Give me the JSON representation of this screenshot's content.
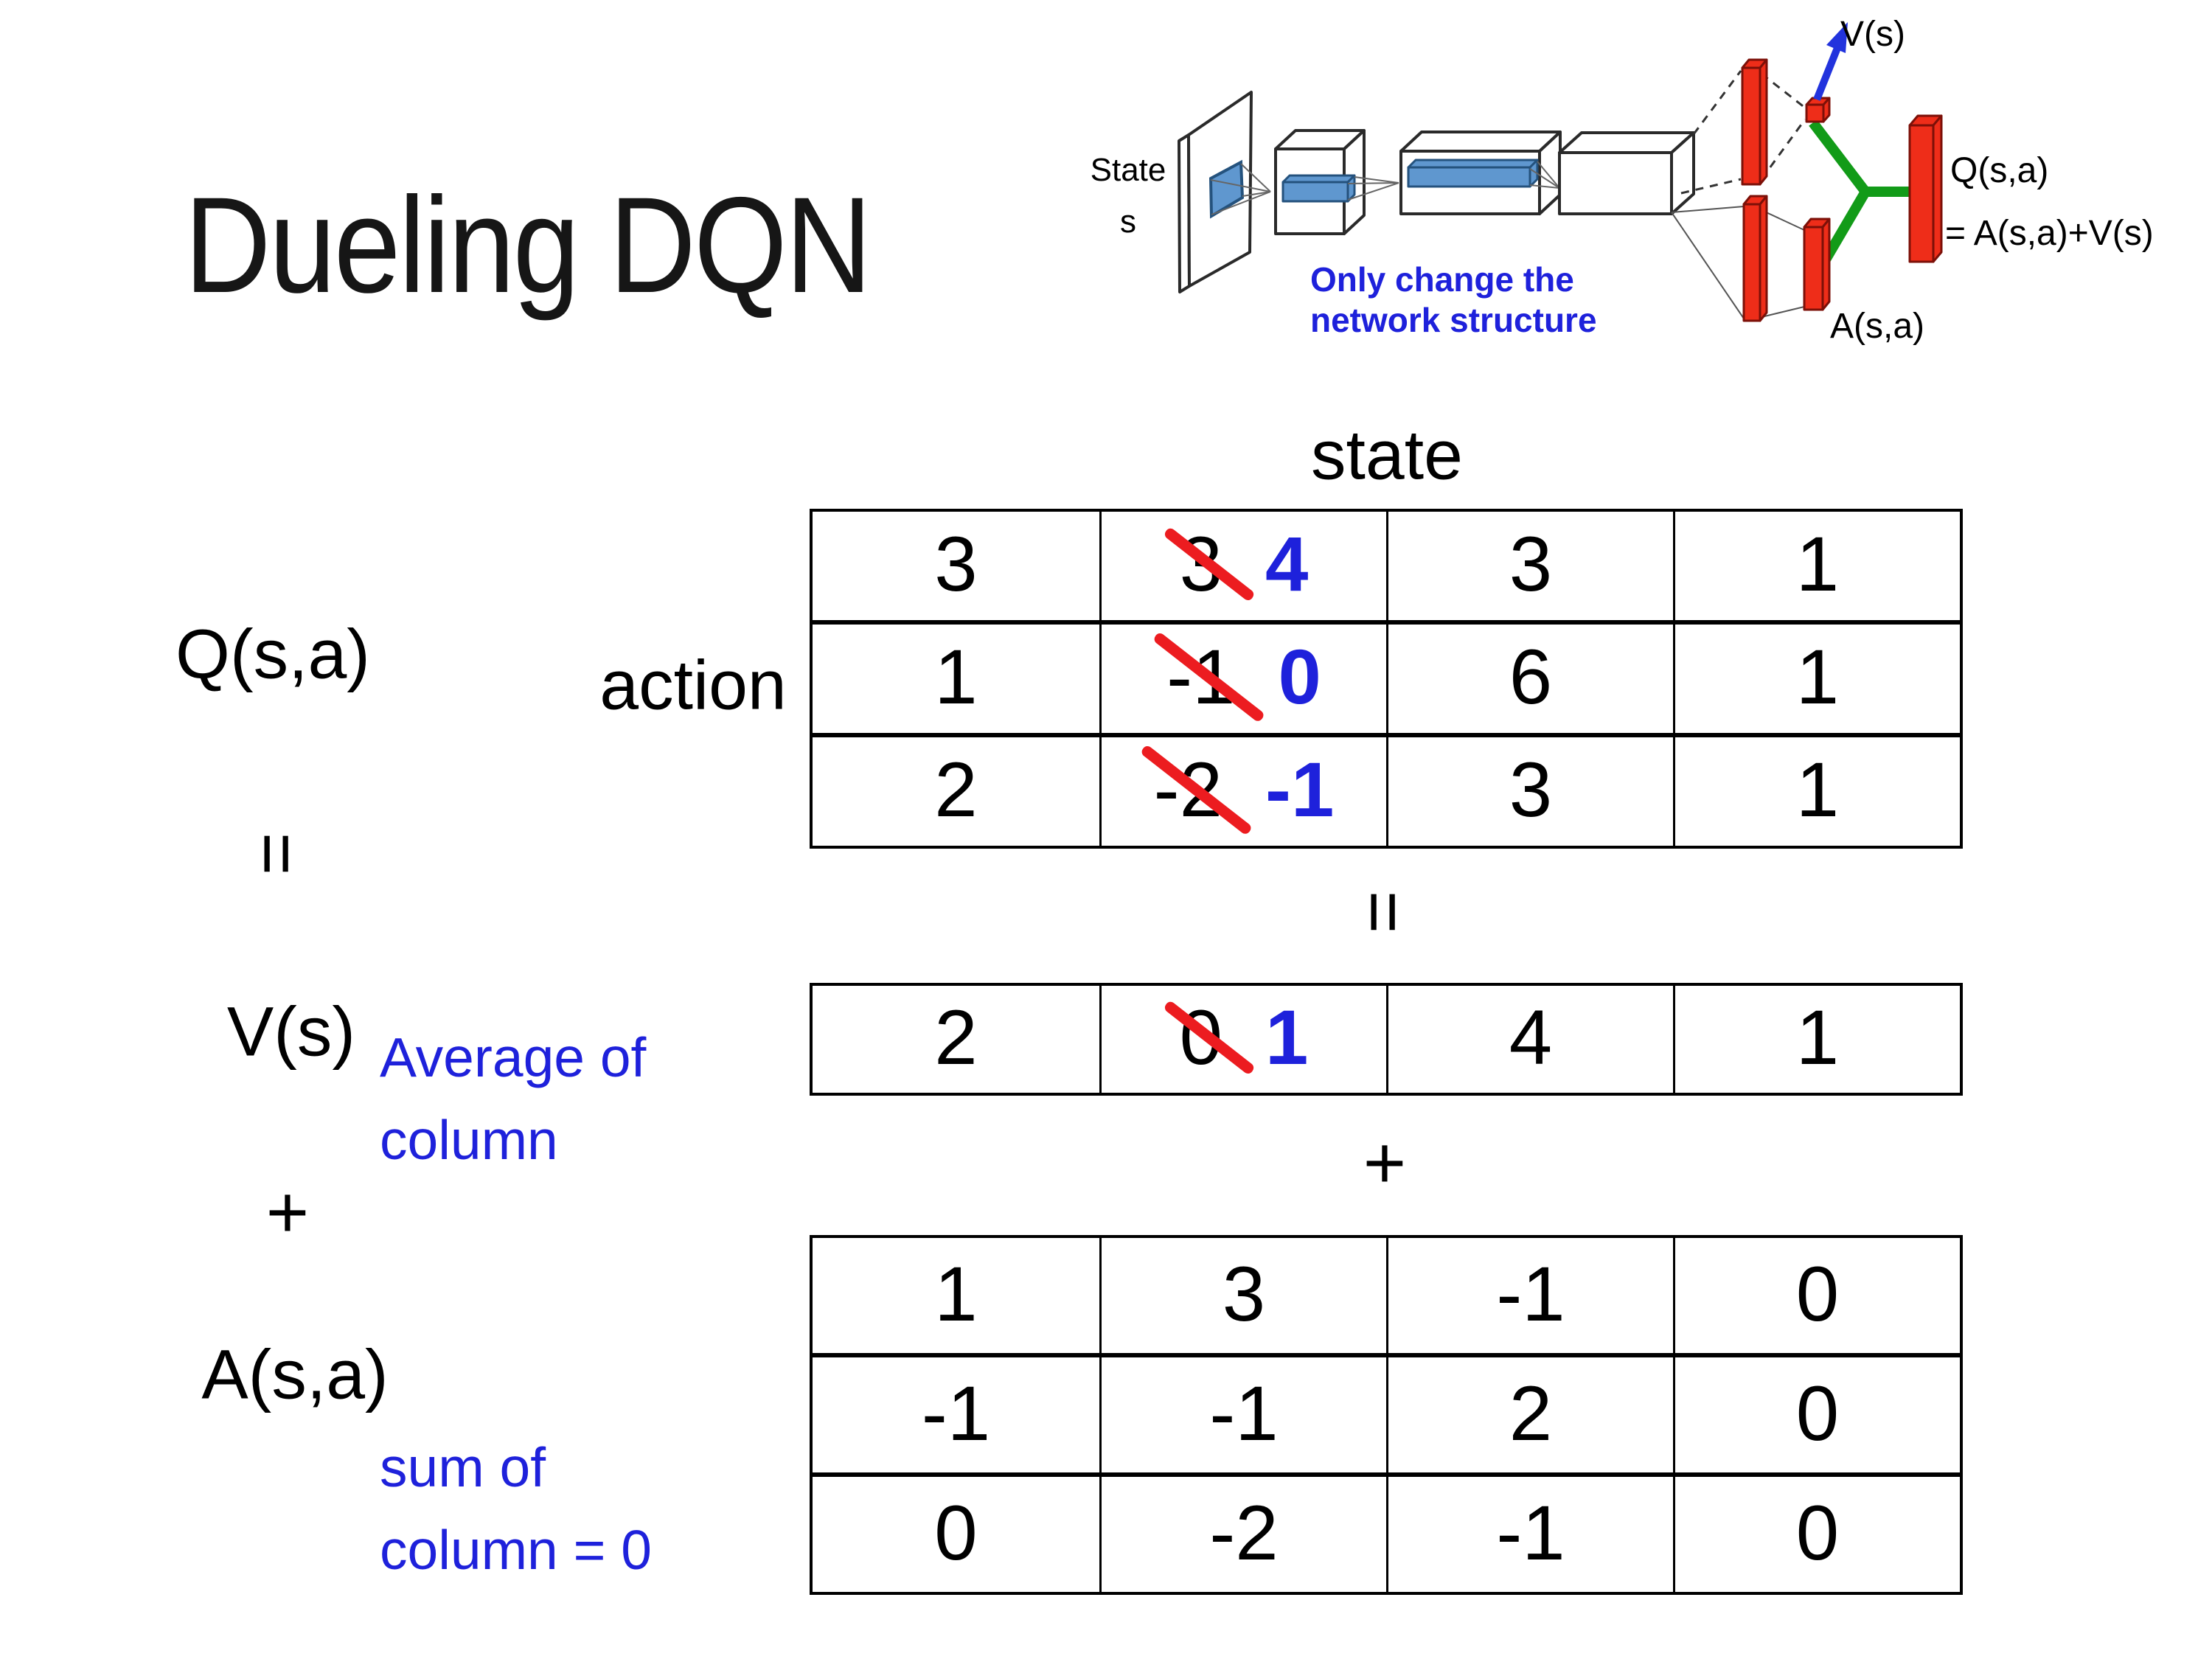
{
  "title": "Dueling DQN",
  "colors": {
    "accent_blue": "#1e21db",
    "strike_red": "#ec1c20",
    "bar_red": "#ee2d19",
    "conv_blue": "#5f97cf",
    "merge_green": "#129b18",
    "line_black": "#2a2a2a"
  },
  "diagram": {
    "state_label": "State",
    "state_sub": "s",
    "note_line1": "Only change the",
    "note_line2": "network structure",
    "v_out": "V(s)",
    "q_out_line1": "Q(s,a)",
    "q_out_line2": "= A(s,a)+V(s)",
    "a_out": "A(s,a)"
  },
  "equation": {
    "q_label": "Q(s,a)",
    "action_label": "action",
    "state_label": "state",
    "equals": "=",
    "plus": "+",
    "v_label": "V(s)",
    "a_label": "A(s,a)",
    "avg_note_line1": "Average of",
    "avg_note_line2": "column",
    "sum_note_line1": "sum of",
    "sum_note_line2": "column = 0"
  },
  "q_table": {
    "rows": [
      {
        "cells": [
          {
            "v": "3"
          },
          {
            "old": "3",
            "new": "4"
          },
          {
            "v": "3"
          },
          {
            "v": "1"
          }
        ]
      },
      {
        "cells": [
          {
            "v": "1"
          },
          {
            "old": "-1",
            "new": "0"
          },
          {
            "v": "6"
          },
          {
            "v": "1"
          }
        ]
      },
      {
        "cells": [
          {
            "v": "2"
          },
          {
            "old": "-2",
            "new": "-1"
          },
          {
            "v": "3"
          },
          {
            "v": "1"
          }
        ]
      }
    ]
  },
  "v_table": {
    "cells": [
      {
        "v": "2"
      },
      {
        "old": "0",
        "new": "1"
      },
      {
        "v": "4"
      },
      {
        "v": "1"
      }
    ]
  },
  "a_table": {
    "rows": [
      {
        "cells": [
          {
            "v": "1"
          },
          {
            "v": "3"
          },
          {
            "v": "-1"
          },
          {
            "v": "0"
          }
        ]
      },
      {
        "cells": [
          {
            "v": "-1"
          },
          {
            "v": "-1"
          },
          {
            "v": "2"
          },
          {
            "v": "0"
          }
        ]
      },
      {
        "cells": [
          {
            "v": "0"
          },
          {
            "v": "-2"
          },
          {
            "v": "-1"
          },
          {
            "v": "0"
          }
        ]
      }
    ]
  }
}
